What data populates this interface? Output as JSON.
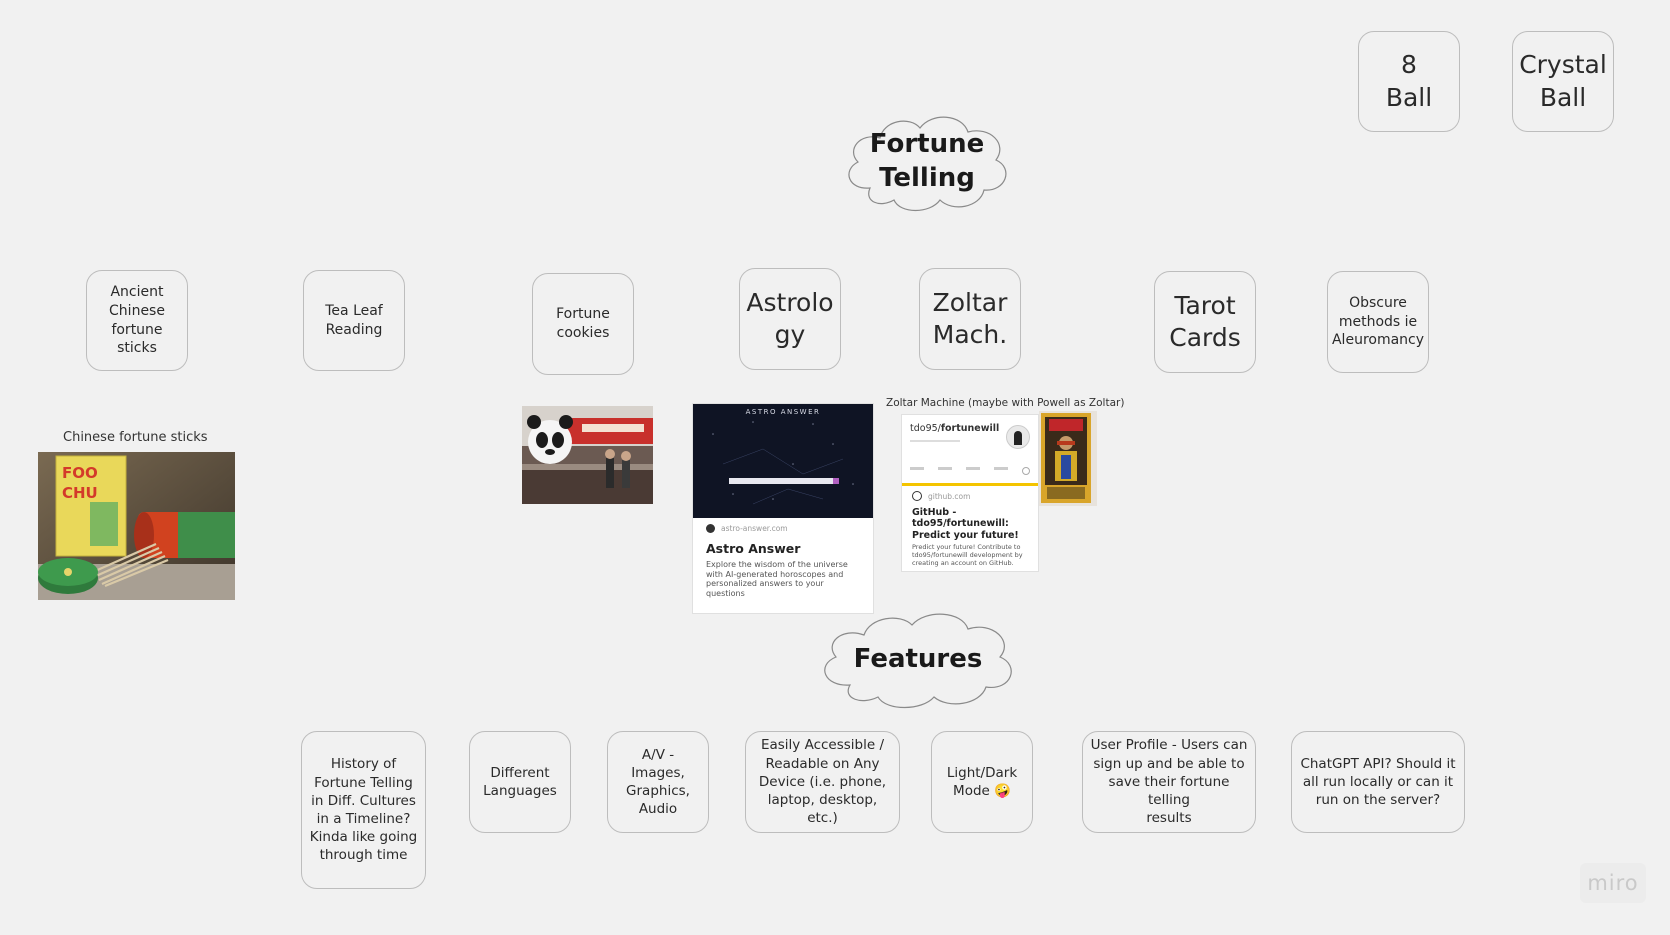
{
  "top_right": {
    "eight_ball": "8\nBall",
    "crystal_ball": "Crystal\nBall"
  },
  "topic_cloud": "Fortune\nTelling",
  "methods": {
    "ancient_chinese": "Ancient\nChinese\nfortune sticks",
    "tea_leaf": "Tea Leaf\nReading",
    "fortune_cookies": "Fortune\ncookies",
    "astrology": "Astrolo\ngy",
    "zoltar": "Zoltar\nMach.",
    "tarot": "Tarot\nCards",
    "obscure": "Obscure\nmethods ie\nAleuromancy"
  },
  "captions": {
    "chinese_sticks": "Chinese fortune sticks",
    "zoltar_machine": "Zoltar Machine (maybe with Powell as Zoltar)"
  },
  "astro_card": {
    "header": "ASTRO ANSWER",
    "domain": "astro-answer.com",
    "title": "Astro Answer",
    "description": "Explore the wisdom of the universe with AI-generated horoscopes and personalized answers to your questions"
  },
  "github_card": {
    "repo_owner": "tdo95/",
    "repo_name": "fortunewill",
    "domain": "github.com",
    "title": "GitHub - tdo95/fortunewill: Predict your future!",
    "description": "Predict your future! Contribute to tdo95/fortunewill development by creating an account on GitHub."
  },
  "features_cloud": "Features",
  "features": {
    "history": "History of\nFortune Telling\nin Diff. Cultures\nin a Timeline?\nKinda like going\nthrough time",
    "languages": "Different\nLanguages",
    "av": "A/V - Images,\nGraphics,\nAudio",
    "accessible": "Easily Accessible /\nReadable on Any\nDevice (i.e. phone,\nlaptop, desktop, etc.)",
    "theme": "Light/Dark\nMode 🤪",
    "profile": "User Profile - Users can\nsign up and be able to\nsave their fortune telling\nresults",
    "chatgpt": "ChatGPT API? Should it\nall run locally or can it\nrun on the server?"
  },
  "watermark": "miro",
  "colors": {
    "board_bg": "#f1f1f1",
    "sticky_border": "#bdbdbd",
    "cloud_fill": "#f1f1f1",
    "astro_bg": "#0f1424",
    "github_accent": "#f4c400"
  }
}
